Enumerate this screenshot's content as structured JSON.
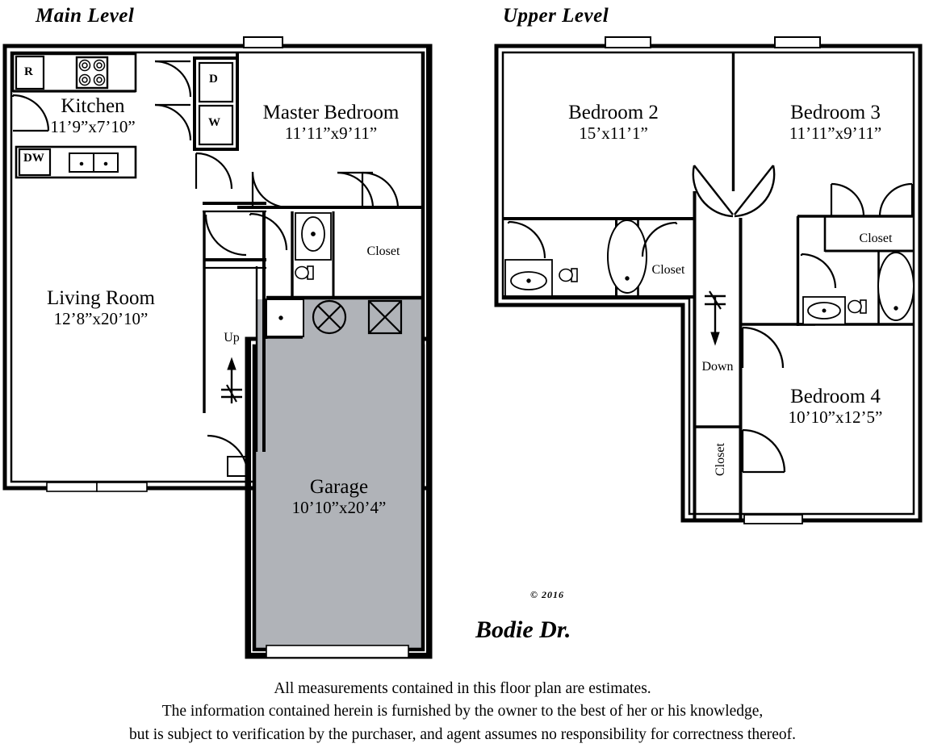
{
  "levels": {
    "main": {
      "title": "Main Level"
    },
    "upper": {
      "title": "Upper Level"
    }
  },
  "main_rooms": [
    {
      "name": "Kitchen",
      "dim": "11’9”x7’10”"
    },
    {
      "name": "Master Bedroom",
      "dim": "11’11”x9’11”"
    },
    {
      "name": "Living Room",
      "dim": "12’8”x20’10”"
    },
    {
      "name": "Garage",
      "dim": "10’10”x20’4”"
    }
  ],
  "upper_rooms": [
    {
      "name": "Bedroom 2",
      "dim": "15’x11’1”"
    },
    {
      "name": "Bedroom 3",
      "dim": "11’11”x9’11”"
    },
    {
      "name": "Bedroom 4",
      "dim": "10’10”x12’5”"
    }
  ],
  "labels": {
    "refrigerator": "R",
    "dishwasher": "DW",
    "dryer": "D",
    "washer": "W",
    "closet": "Closet",
    "up": "Up",
    "down": "Down"
  },
  "street": "Bodie Dr.",
  "copyright": "© 2016",
  "disclaimer": [
    "All measurements contained in this floor plan are estimates.",
    "The information contained herein is furnished by the owner to the best of her or his knowledge,",
    "but is subject to verification by the purchaser, and agent assumes no responsibility for correctness thereof."
  ],
  "colors": {
    "wall": "#000000",
    "garage_fill": "#b0b3b8",
    "door_arc": "#111111",
    "background": "#ffffff"
  }
}
